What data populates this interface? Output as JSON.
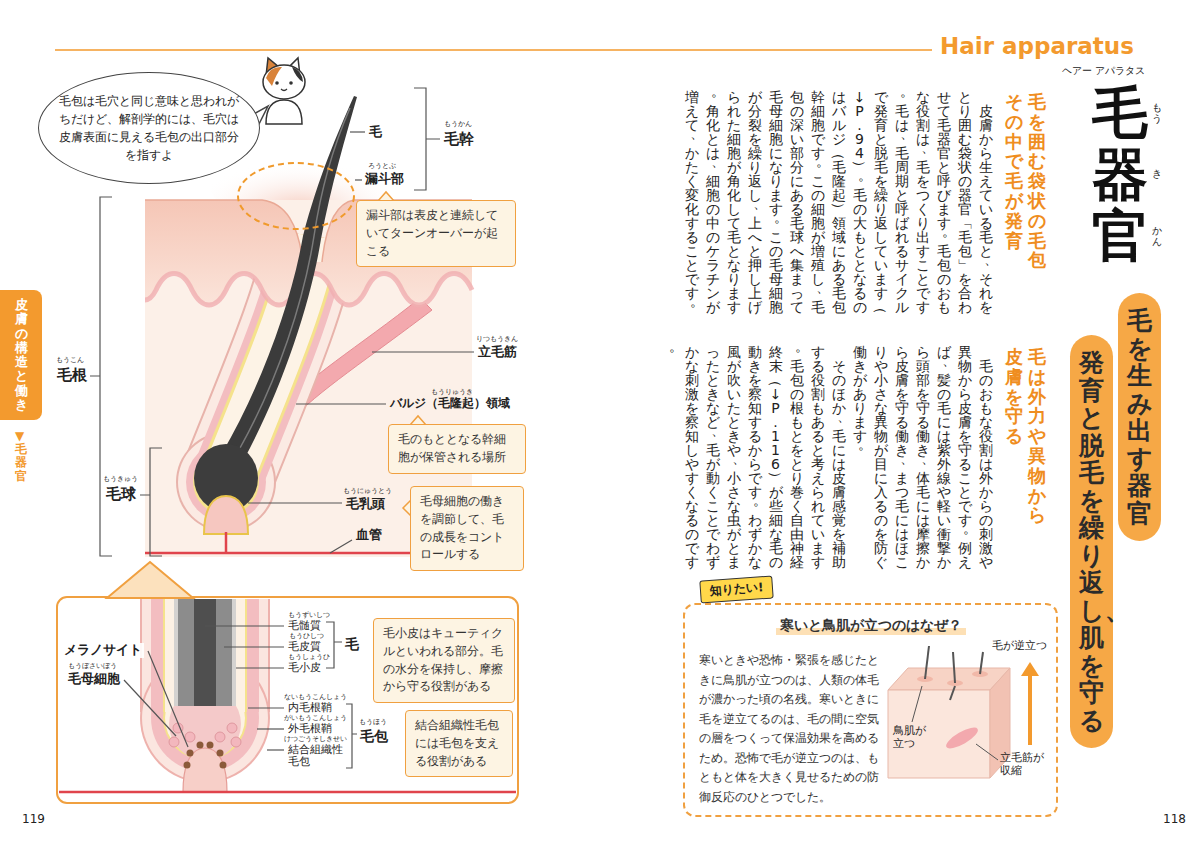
{
  "diagram": {
    "title": "毛器官",
    "nodes": [
      {
        "text": [
          "毛包は毛穴と同じ意味と思われがちだけど、解剖学的には、毛穴は皮膚表面に見える毛包の出口部分を指すよ"
        ]
      },
      {
        "text": [
          "漏斗部は表皮と連続していてターンオーバーが起こる"
        ]
      },
      {
        "text": [
          "毛のもととなる幹細胞が保管される場所"
        ]
      },
      {
        "text": [
          "毛母細胞の働きを調節して、毛の成長をコントロールする"
        ]
      },
      {
        "text": [
          "毛小皮はキューティクルといわれる部分。毛の水分を保持し、摩擦から守る役割がある"
        ]
      },
      {
        "text": [
          "結合組織性毛包には毛包を支える役割がある"
        ]
      },
      {
        "text": [
          "皮膚の構造と働き"
        ]
      },
      {
        "text": [
          "毛を生み出す器官",
          "発育と脱毛を繰り返し、肌を守る"
        ]
      },
      {
        "text": [
          "知りたい!"
        ]
      },
      {
        "text": [
          "寒いと鳥肌が立つのはなぜ？",
          "寒いときや恐怖・緊張を感じたときに鳥肌が立つのは、人類の体毛が濃かった頃の名残。寒いときに毛を逆立てるのは、毛の間に空気の層をつくって保温効果を高めるため。恐怖で毛が逆立つのは、もともと体を大きく見せるための防御反応のひとつでした。"
        ]
      }
    ],
    "labels": [
      "Hair apparatus",
      "ヘアー アパラタス",
      "もう",
      "き",
      "かん",
      "毛を囲む袋状の毛包",
      "その中で毛が発育",
      "皮膚から生えている毛と、それをとり囲む袋状の器官「毛包」を合わせて毛器官と呼びます。毛包のおもな役割は、毛をつくり出すことです。毛は、毛周期と呼ばれるサイクルで発育と脱毛を繰り返しています（→P.94）。毛の大もととなるのはバルジ（毛隆起）領域にある毛包幹細胞です。この細胞が増殖し、毛包の深い部分にある毛球へ集まって毛母細胞になります。この毛母細胞が分裂を繰り返し、上へと押し上げられた細胞が角化して毛となります。角化とは、細胞の中のケラチンが増えて、かたく変化することです。",
      "毛は外力や異物から",
      "皮膚を守る",
      "毛のおもな役割は外からの刺激や異物から皮膚を守ることです。例えば、髪の毛には紫外線や軽い衝撃から頭部を守る働き、体毛には摩擦から皮膚を守る働き、まつ毛にはほこりや小さな異物が目に入るのを防ぐ働きがあります。",
      "そのほか、毛には皮膚感覚を補助する役割もあると考えられています。毛包の根もとをとり巻く自由神経終末（→P.116）が些細な毛の動きを察知するからです。わずかな風が吹いたときや、小さな虫がとまったときなど、毛が動くことでわずかな刺激を察知しやすくなるのです。",
      "毛が逆立つ",
      "鳥肌が立つ",
      "立毛筋が収縮",
      "118",
      "119",
      "▼毛器官",
      "毛",
      "毛幹",
      "もうかん",
      "漏斗部",
      "ろうとぶ",
      "立毛筋",
      "りつもうきん",
      "バルジ（毛隆起）領域",
      "もうりゅうき",
      "毛根",
      "もうこん",
      "毛球",
      "もうきゅう",
      "毛乳頭",
      "もうにゅうとう",
      "血管",
      "メラノサイト",
      "毛母細胞",
      "もうぼさいぼう",
      "毛髄質",
      "もうずいしつ",
      "毛皮質",
      "もうひしつ",
      "毛小皮",
      "もうしょうひ",
      "毛",
      "内毛根鞘",
      "ないもうこんしょう",
      "外毛根鞘",
      "がいもうこんしょう",
      "結合組織性毛包",
      "けつごうそしきせい",
      "毛包",
      "もうほう"
    ]
  }
}
